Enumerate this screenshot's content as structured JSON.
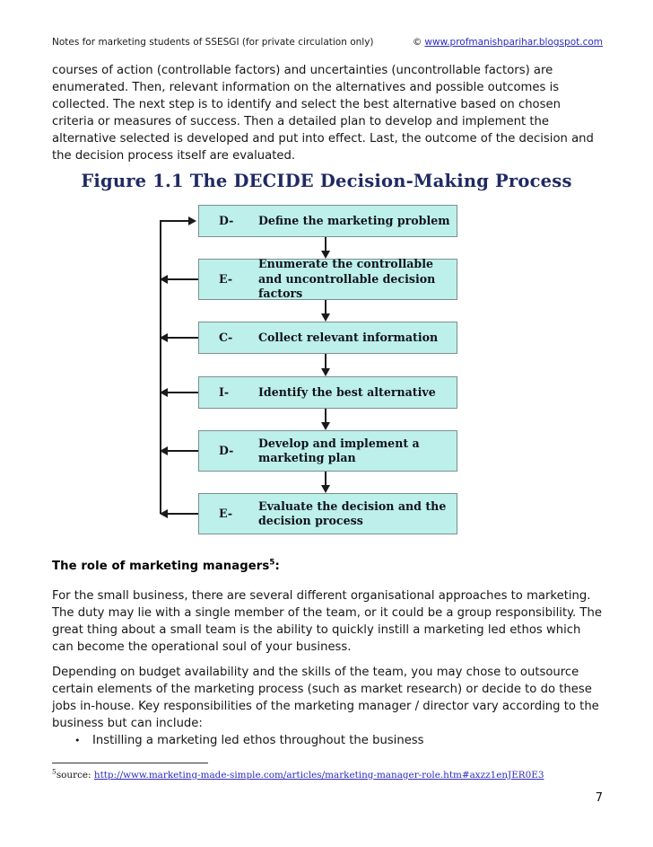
{
  "header": {
    "left_text": "Notes for marketing students of SSESGI (for private circulation only)",
    "copyright_symbol": "©",
    "site_link": "www.profmanishparihar.blogspot.com"
  },
  "body": {
    "intro_paragraph": "courses of action (controllable factors) and uncertainties (uncontrollable factors) are enumerated. Then, relevant information on the alternatives and possible outcomes is collected. The next step is to identify and select the best alternative based on chosen criteria or measures of success. Then a detailed plan to develop and implement the alternative selected is developed and put into effect. Last, the outcome of the decision and the decision process itself are evaluated.",
    "section_heading": "The role of marketing managers",
    "section_heading_footnote_marker": "5",
    "section_heading_colon": ":",
    "role_paragraph_1": "For the small business, there are several different organisational approaches to marketing. The duty may lie with a single member of the team, or it could be a group responsibility. The great thing about a small team is the ability to quickly instill a marketing led ethos which can become the operational soul of your business.",
    "role_paragraph_2": "Depending on budget availability and the skills of the team, you may chose to outsource certain elements of the marketing process (such as market research) or decide to do these jobs in-house. Key responsibilities of the marketing manager / director vary according to the business but can include:",
    "bullets": [
      {
        "marker": "•",
        "text": "Instilling a marketing led ethos throughout the business"
      }
    ]
  },
  "figure": {
    "title": "Figure 1.1  The DECIDE Decision-Making Process",
    "title_color": "#1f2a63",
    "box_fill": "#bdf0ea",
    "box_border": "#7b8f8f",
    "steps": [
      {
        "letter": "D-",
        "label": "Define the marketing problem"
      },
      {
        "letter": "E-",
        "label": "Enumerate the controllable and uncontrollable decision factors"
      },
      {
        "letter": "C-",
        "label": "Collect relevant information"
      },
      {
        "letter": "I-",
        "label": "Identify the best alternative"
      },
      {
        "letter": "D-",
        "label": "Develop and implement a marketing plan"
      },
      {
        "letter": "E-",
        "label": "Evaluate the decision and the decision process"
      }
    ]
  },
  "footnote": {
    "marker": "5",
    "prefix": "source: ",
    "url": "http://www.marketing-made-simple.com/articles/marketing-manager-role.htm#axzz1enJER0E3"
  },
  "page_number": "7"
}
